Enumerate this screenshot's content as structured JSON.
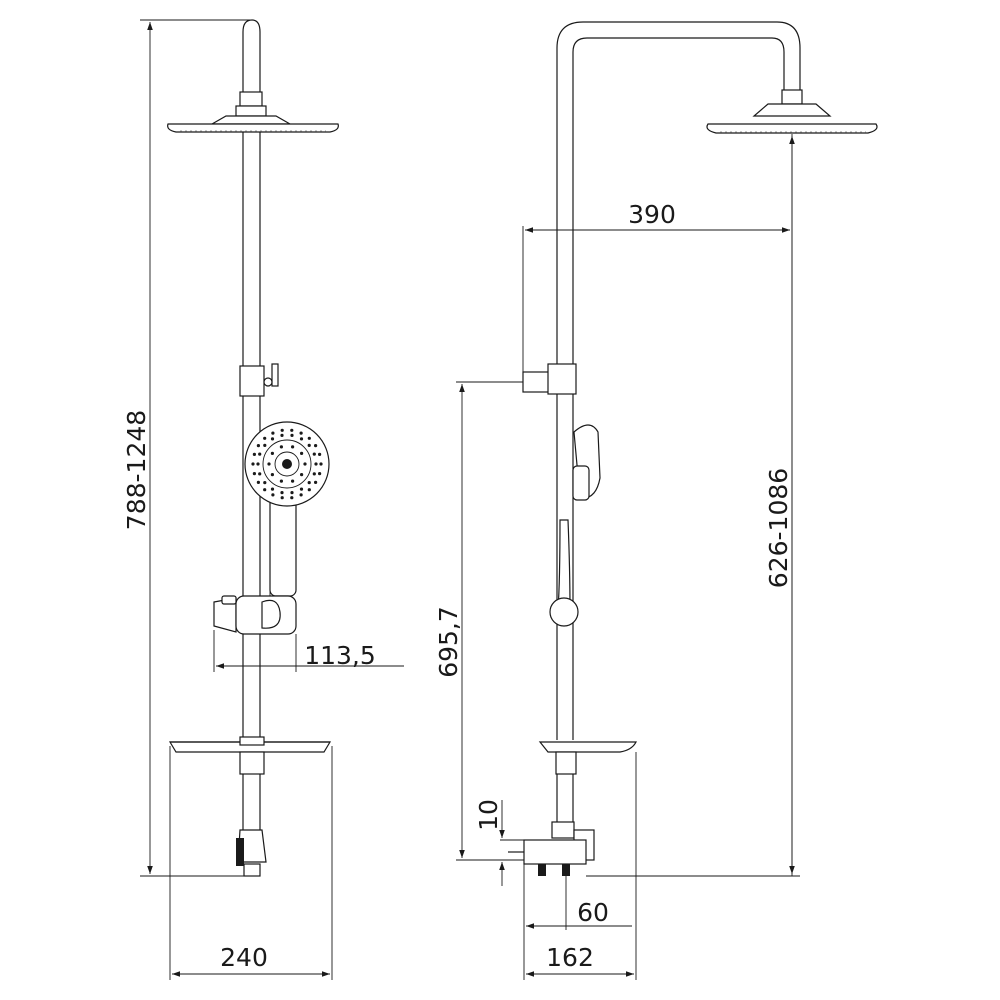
{
  "dimensions": {
    "overall_height": "788-1248",
    "head_width": "240",
    "holder_offset": "113,5",
    "arm_reach": "390",
    "mixer_height": "695,7",
    "head_height": "626-1086",
    "mixer_gap": "10",
    "mixer_depth_60": "60",
    "mixer_depth_162": "162"
  },
  "colors": {
    "line": "#1a1a1a",
    "background": "#ffffff"
  },
  "icons": [
    "shower-head-icon",
    "hand-shower-icon",
    "slide-holder-icon",
    "soap-tray-icon",
    "mixer-valve-icon"
  ]
}
